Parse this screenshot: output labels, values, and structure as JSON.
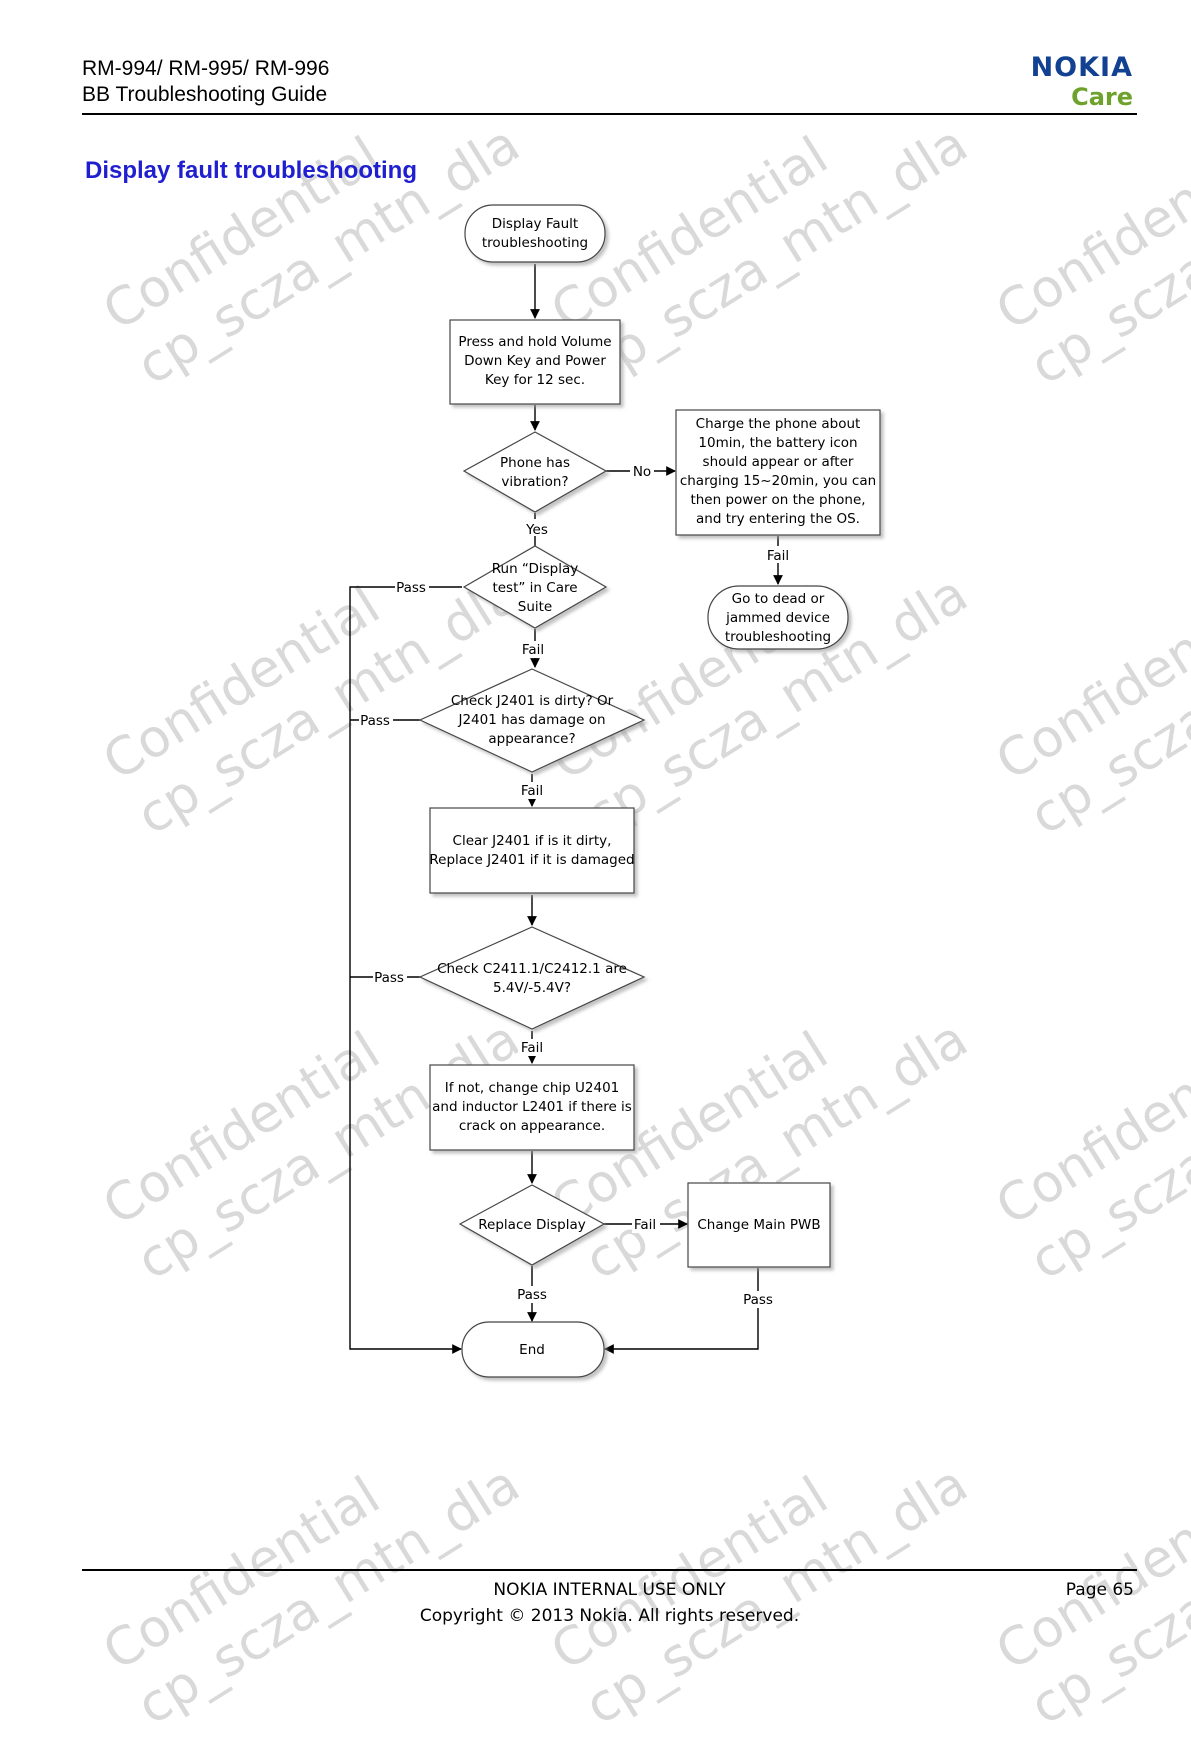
{
  "header": {
    "line1": "RM-994/ RM-995/ RM-996",
    "line2": "BB Troubleshooting Guide",
    "logo_word": "NOKIA",
    "logo_sub": "Care",
    "logo_color": "#124191",
    "logo_sub_color": "#6fa22d"
  },
  "section_title": "Display fault troubleshooting",
  "section_title_color": "#1f1fcf",
  "watermark": {
    "line1": "Confidential",
    "line2": "cp_scza_mtn_dla"
  },
  "flowchart": {
    "nodes": {
      "start": "Display Fault\ntroubleshooting",
      "press_hold": "Press and hold Volume\nDown Key and Power\nKey for 12 sec.",
      "vibration": "Phone has\nvibration?",
      "charge": "Charge the phone about\n10min, the battery icon\nshould appear or after\ncharging 15~20min, you can\nthen power on the phone,\nand try entering the OS.",
      "dead_device": "Go to dead or\njammed device\ntroubleshooting",
      "display_test": "Run “Display\ntest” in Care\nSuite",
      "check_j2401": "Check J2401 is dirty? Or\nJ2401 has damage on\nappearance?",
      "clear_j2401": "Clear J2401 if is it dirty,\nReplace J2401 if it is damaged",
      "check_c2411": "Check C2411.1/C2412.1 are\n5.4V/-5.4V?",
      "change_chip": "If not, change chip U2401\nand inductor L2401 if there is\ncrack on appearance.",
      "replace_display": "Replace Display",
      "change_pwb": "Change Main PWB",
      "end": "End"
    },
    "edge_labels": {
      "no": "No",
      "yes": "Yes",
      "fail_charge": "Fail",
      "pass_display_test": "Pass",
      "fail_display_test": "Fail",
      "pass_j2401": "Pass",
      "fail_j2401": "Fail",
      "pass_c2411": "Pass",
      "fail_c2411": "Fail",
      "fail_replace": "Fail",
      "pass_replace": "Pass",
      "pass_pwb": "Pass"
    }
  },
  "footer": {
    "line1": "NOKIA INTERNAL USE ONLY",
    "line2": "Copyright © 2013 Nokia. All rights reserved.",
    "page": "Page 65"
  }
}
